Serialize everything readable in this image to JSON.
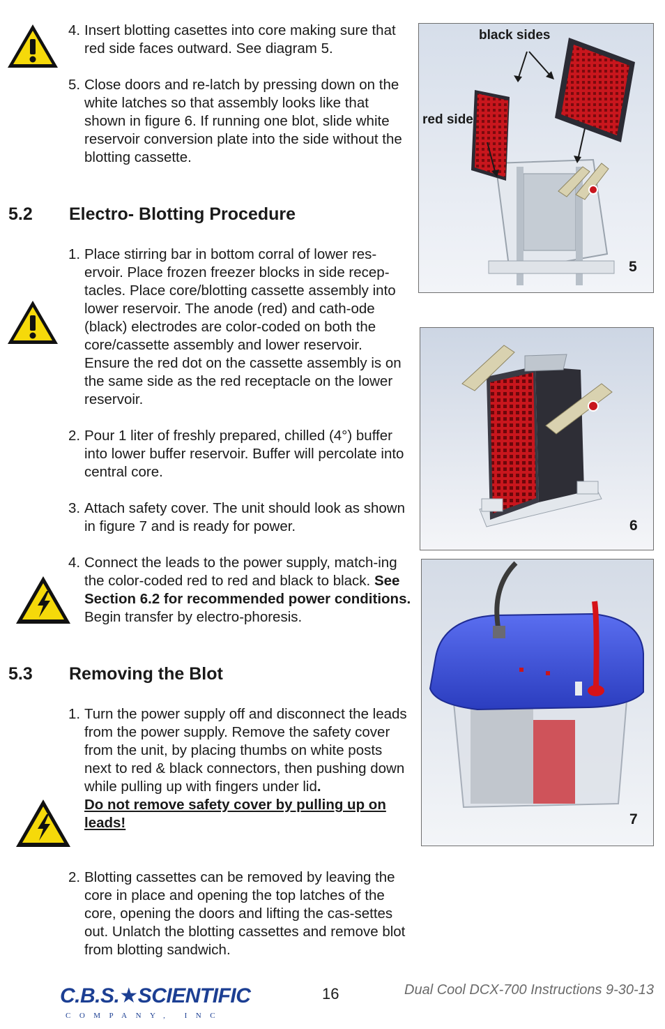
{
  "section_5_1_cont": {
    "step4": {
      "num": "4.",
      "text": "Insert blotting casettes into core making sure that red side faces outward. See diagram 5."
    },
    "step5": {
      "num": "5.",
      "text": "Close doors and re-latch by pressing down on the white latches so that assembly looks like that shown in figure 6. If running one blot, slide white reservoir conversion plate into the side without the blotting cassette."
    }
  },
  "section_5_2": {
    "number": "5.2",
    "title": "Electro- Blotting Procedure",
    "step1": {
      "num": "1.",
      "text": "Place stirring bar in bottom corral of lower res-ervoir. Place frozen freezer blocks in side recep-tacles. Place core/blotting cassette assembly into lower reservoir. The anode (red) and cath-ode (black) electrodes are color-coded on both the core/cassette assembly and lower reservoir. Ensure the red dot on the cassette assembly is on the same side as the red receptacle on the lower reservoir."
    },
    "step2": {
      "num": "2.",
      "text": "Pour 1 liter of freshly prepared, chilled (4°) buffer into lower buffer reservoir. Buffer will percolate into central core."
    },
    "step3": {
      "num": "3.",
      "text": "Attach safety cover. The unit should look as shown in figure 7 and is ready for power."
    },
    "step4": {
      "num": "4.",
      "text_a": "Connect the leads to the power supply, match-ing the color-coded red to red and black to black. ",
      "text_bold": "See Section 6.2 for recommended power conditions.",
      "text_b": " Begin transfer by electro-phoresis."
    }
  },
  "section_5_3": {
    "number": "5.3",
    "title": "Removing the Blot",
    "step1": {
      "num": "1.",
      "text": "Turn the power supply off and disconnect the leads from the power supply. Remove the safety cover from the unit, by placing thumbs on white posts next to red & black connectors, then pushing down while pulling up with fingers under lid",
      "text_period": ".",
      "warning": "Do not remove safety cover by pulling up on leads!"
    },
    "step2": {
      "num": "2.",
      "text": "Blotting cassettes can be removed by leaving the core in place and opening the top latches of the core, opening the doors and lifting the cas-settes out. Unlatch the blotting cassettes and remove blot from blotting sandwich."
    }
  },
  "figures": {
    "fig5": {
      "number": "5",
      "label_black": "black sides",
      "label_red": "red side"
    },
    "fig6": {
      "number": "6"
    },
    "fig7": {
      "number": "7"
    }
  },
  "footer": {
    "logo_main": "C.B.S.★SCIENTIFIC",
    "logo_sub": "COMPANY, INC",
    "page_number": "16",
    "doc_title": "Dual Cool DCX-700 Instructions 9-30-13"
  },
  "icons": [
    "warning-exclamation-icon",
    "electrical-hazard-icon"
  ],
  "colors": {
    "warning_yellow": "#f5d90a",
    "accent_red": "#c8161d",
    "cover_blue": "#3b50d6",
    "logo_blue": "#1c3f93"
  }
}
